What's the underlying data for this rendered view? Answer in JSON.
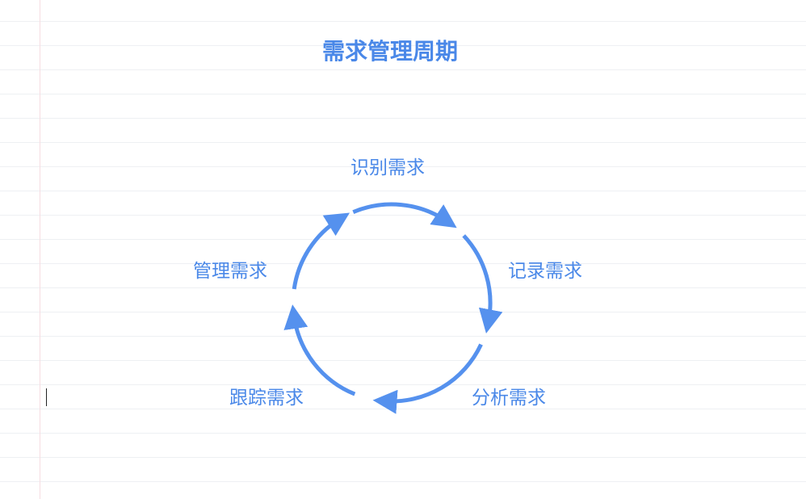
{
  "title": "需求管理周期",
  "stages": [
    {
      "label": "识别需求"
    },
    {
      "label": "记录需求"
    },
    {
      "label": "分析需求"
    },
    {
      "label": "跟踪需求"
    },
    {
      "label": "管理需求"
    }
  ],
  "colors": {
    "accent": "#4a88e8",
    "arrow": "#5591ee"
  }
}
